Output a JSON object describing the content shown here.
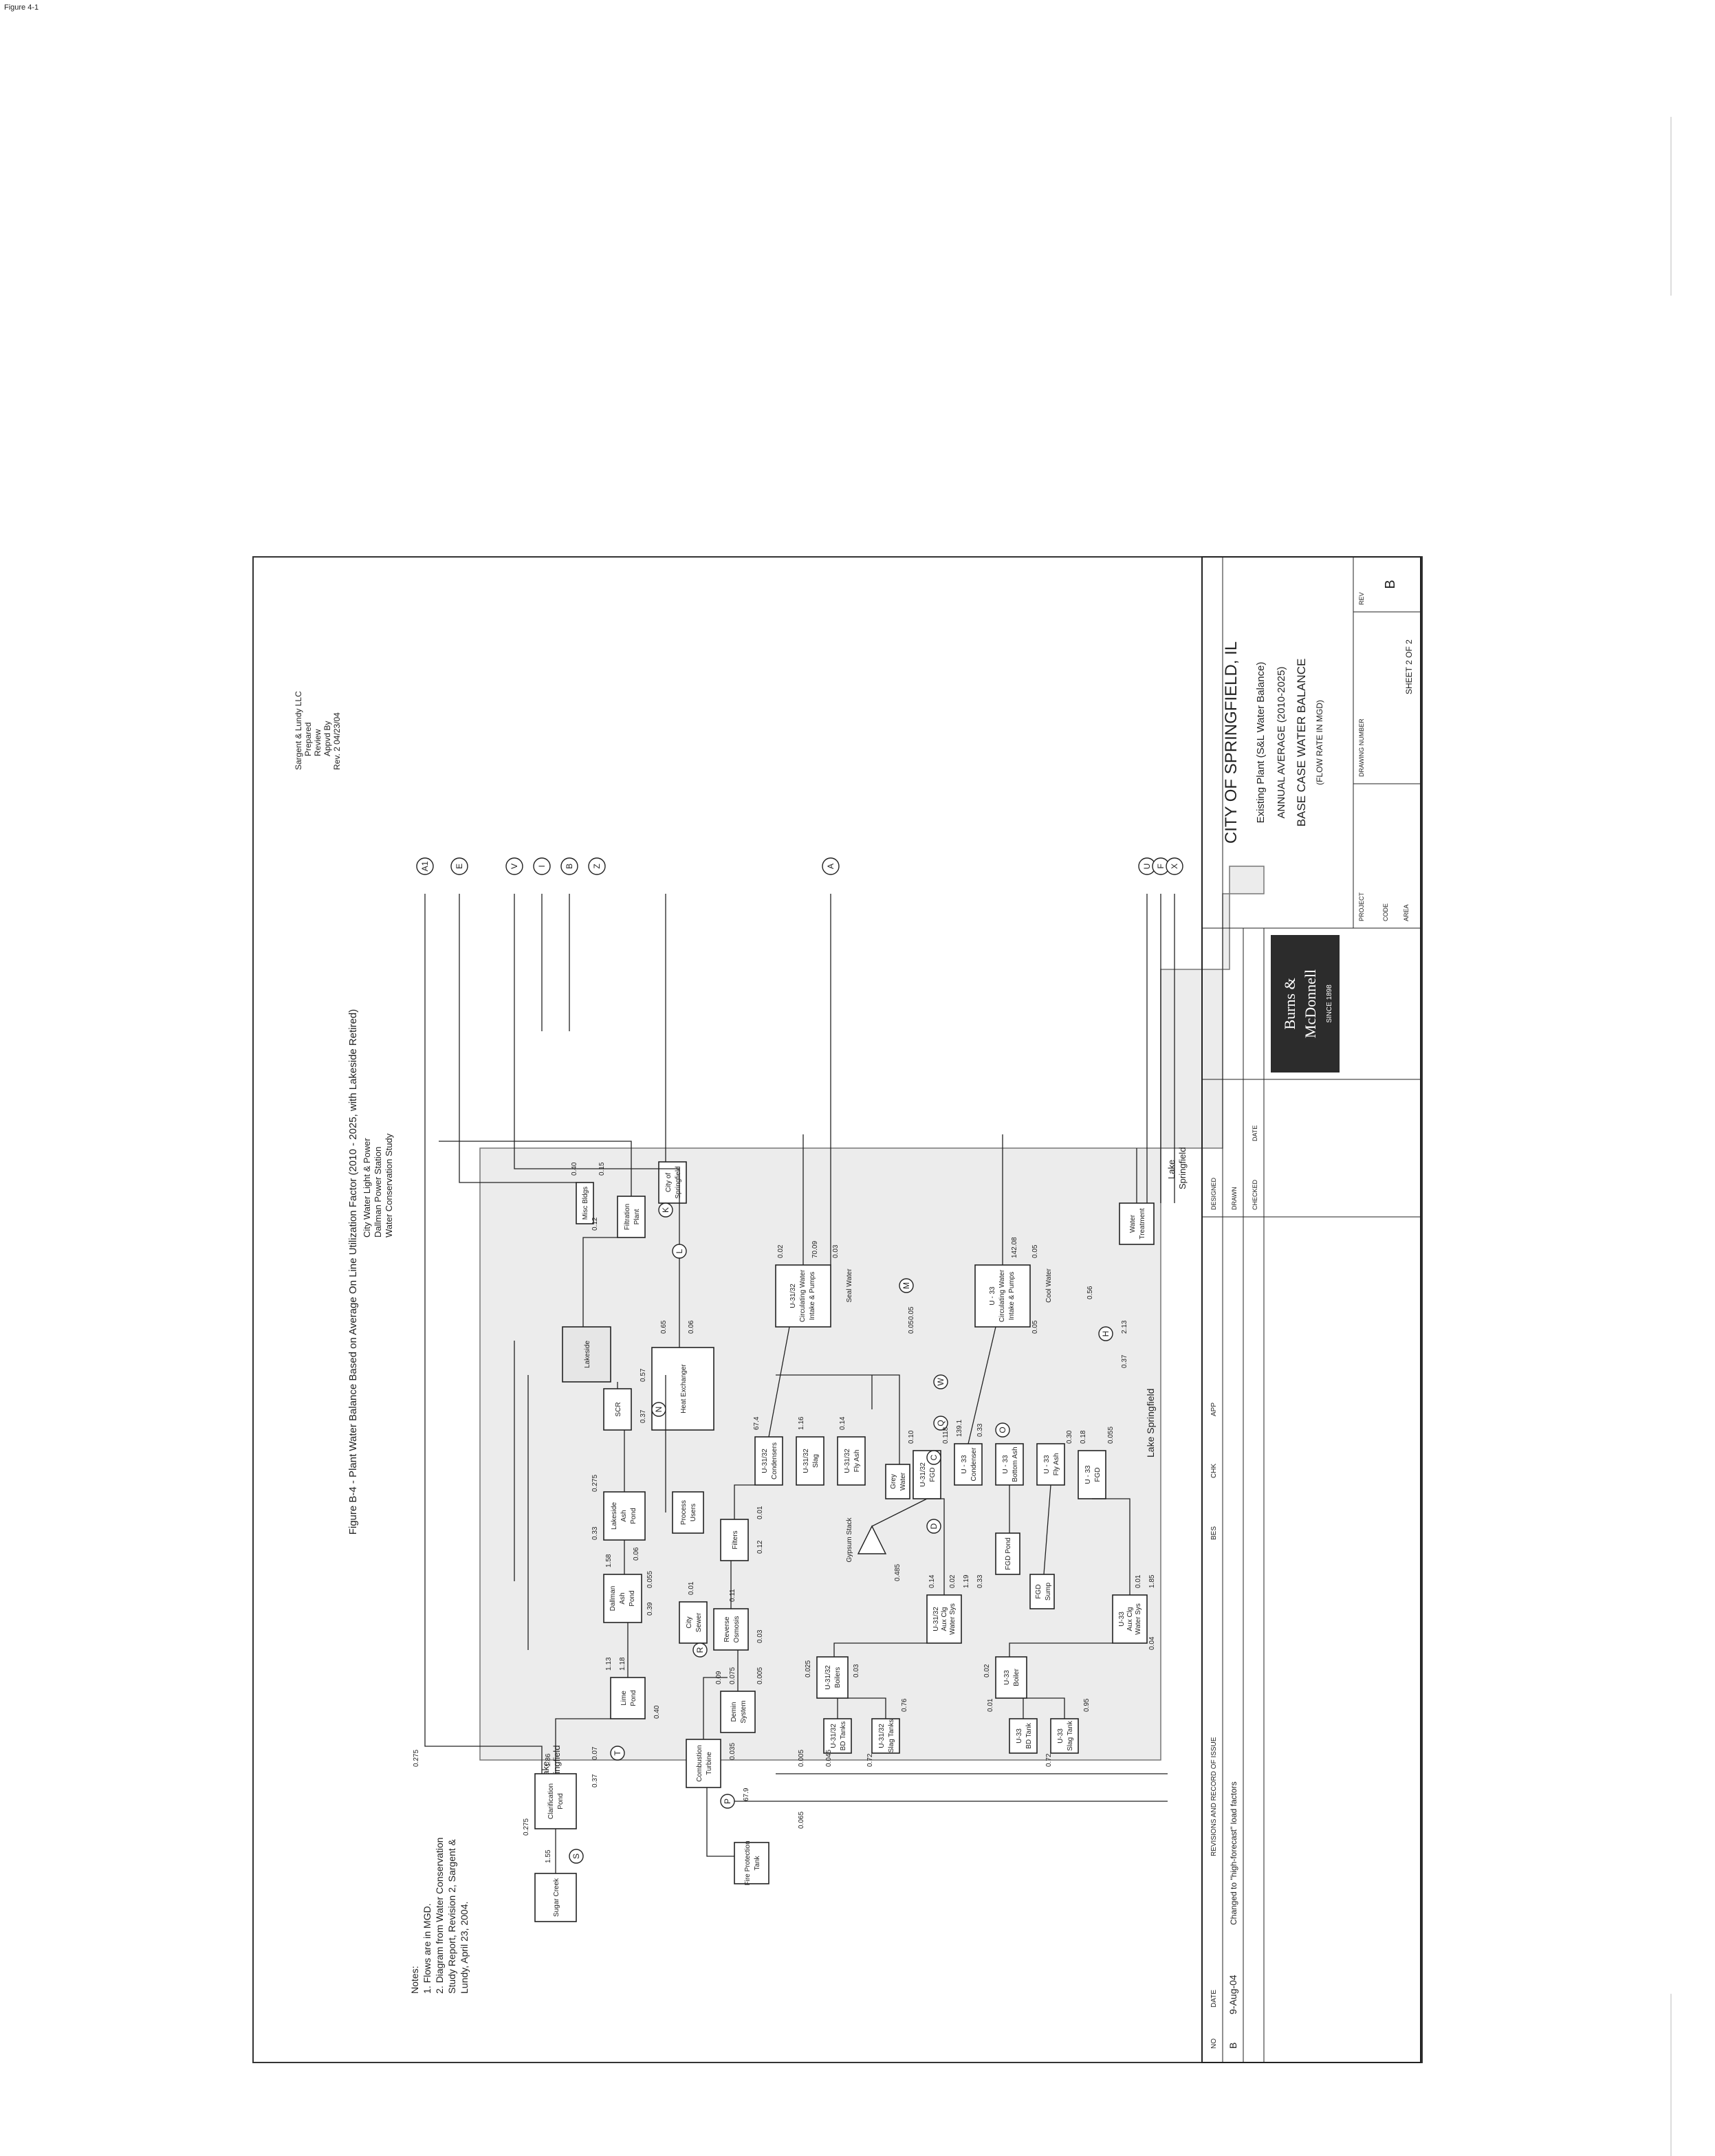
{
  "header_notes": {
    "top_left": "Figure 4-1",
    "author": [
      "Sargent & Lundy LLC",
      "Prepared",
      "Review",
      "Appvd By",
      "Rev. 2 04/23/04"
    ]
  },
  "figure_title": "Figure B-4 - Plant Water Balance Based on Average On Line Utilization Factor (2010 - 2025, with Lakeside Retired)",
  "left_notes": {
    "owner": [
      "City Water Light & Power",
      "Dallman Power Station",
      "Water Conservation Study"
    ],
    "notes": [
      "Notes:",
      "1. Flows are in MGD.",
      "2. Diagram from Water Conservation",
      "Study Report, Revision 2, Sargent &",
      "Lundy, April 23, 2004."
    ]
  },
  "nodes": {
    "sugar_creek": "Sugar Creek",
    "clarification": [
      "Clarification",
      "Pond"
    ],
    "lime_pond": [
      "Lime",
      "Pond"
    ],
    "combustion_turbine": [
      "Combustion",
      "Turbine"
    ],
    "fire_protection": [
      "Fire Protection",
      "Tank"
    ],
    "demin_system": [
      "Demin",
      "System"
    ],
    "dallman_ash": [
      "Dallman",
      "Ash",
      "Pond"
    ],
    "city_sewer": [
      "City",
      "Sewer"
    ],
    "reverse_osmosis": [
      "Reverse",
      "Osmosis"
    ],
    "lakeside_ash": [
      "Lakeside",
      "Ash",
      "Pond"
    ],
    "process_users": [
      "Process",
      "Users"
    ],
    "filters": "Filters",
    "scr": "SCR",
    "lakeside_station": "Lakeside",
    "heat_exchanger": "Heat Exchanger",
    "cooling_u3132": [
      "U-31/32",
      "Circulating Water",
      "Intake & Pumps"
    ],
    "cooling_u33": [
      "U - 33",
      "Circulating Water",
      "Intake & Pumps"
    ],
    "filtration_plant": [
      "Filtration",
      "Plant"
    ],
    "city_springfield": [
      "City of",
      "Springfield"
    ],
    "misc_bldgs": "Misc Bldgs",
    "u3132_condensers": [
      "U-31/32",
      "Condensers"
    ],
    "u3132_slag": [
      "U-31/32",
      "Slag"
    ],
    "u3132_fly_ash": [
      "U-31/32",
      "Fly Ash"
    ],
    "grey_water": [
      "Grey",
      "Water"
    ],
    "u3132_fgd": [
      "U-31/32",
      "FGD"
    ],
    "u33_condenser": [
      "U - 33",
      "Condenser"
    ],
    "u33_bottom_ash": [
      "U - 33",
      "Bottom Ash"
    ],
    "u33_fly_ash": [
      "U - 33",
      "Fly Ash"
    ],
    "u33_fgd": [
      "U - 33",
      "FGD"
    ],
    "gypsum_stack": [
      "Gypsum Stack"
    ],
    "u3132_aux_cooling": [
      "U-31/32",
      "Aux Clg",
      "Water Sys"
    ],
    "u33_aux_cooling": [
      "U-33",
      "Aux Clg",
      "Water Sys"
    ],
    "fgd_pond": "FGD Pond",
    "fgd_sump": [
      "FGD",
      "Sump"
    ],
    "u3132_boilers": [
      "U-31/32",
      "Boilers"
    ],
    "u3132_bd_tanks": [
      "U-31/32",
      "BD Tanks"
    ],
    "u3132_slag_tanks": [
      "U-31/32",
      "Slag Tanks"
    ],
    "u33_boiler": [
      "U-33",
      "Boiler"
    ],
    "u33_bd_tank": [
      "U-33",
      "BD Tank"
    ],
    "u33_slag_tank": [
      "U-33",
      "Slag Tank"
    ],
    "water_treatment": [
      "Water",
      "Treatment"
    ],
    "lake_springfield": "Lake Springfield",
    "lake_springfield_left": [
      "Lake",
      "Springfield"
    ],
    "lake_springfield_right": [
      "Lake",
      "Springfield"
    ],
    "seal_water": "Seal Water",
    "cool_water": "Cool Water"
  },
  "connectors": [
    "A1",
    "E",
    "V",
    "I",
    "B",
    "Z",
    "A",
    "U",
    "F",
    "X",
    "S",
    "P",
    "R",
    "T",
    "K",
    "L",
    "N",
    "M",
    "W",
    "C",
    "D",
    "Q",
    "O",
    "H"
  ],
  "flows": {
    "sugar_in": "1.55",
    "sugar_sub": "0.275",
    "clar_out": "1.86",
    "clar_a": "0.275",
    "clar_b": "0.07",
    "clar_c": "0.37",
    "lime_a": "1.13",
    "lime_b": "0.40",
    "lime_c": "1.18",
    "dallman_a": "1.58",
    "dallman_b": "0.39",
    "dallman_c": "0.055",
    "lakeside_a": "0.33",
    "lakeside_b": "0.275",
    "lakeside_c": "0.06",
    "ct_a": "67.9",
    "demin_a": "0.09",
    "demin_b": "0.075",
    "demin_c": "0.005",
    "ro_a": "0.11",
    "ro_b": "0.03",
    "sewer_a": "0.01",
    "filters_a": "0.12",
    "filters_b": "0.01",
    "scr_a": "0.37",
    "scr_b": "0.57",
    "hx_a": "0.65",
    "hx_b": "0.06",
    "cond_a": "67.4",
    "cond_b": "1.16",
    "cond_c": "0.14",
    "fgd_a": "0.10",
    "fgd_b": "0.05",
    "fgd_c": "0.118",
    "u33_cond_a": "139.1",
    "u33_cond_b": "0.33",
    "u33_fgd_a": "0.30",
    "u33_fgd_b": "0.18",
    "u33_fgd_c": "0.055",
    "cw_a": "0.02",
    "cw_b": "70.09",
    "cw_c": "0.03",
    "cw33_a": "142.08",
    "cw33_b": "0.05",
    "cw33_c": "0.05",
    "filt_a": "0.12",
    "filt_b": "0.40",
    "filt_c": "0.15",
    "aux_a": "0.14",
    "aux_b": "0.02",
    "aux_c": "1.19",
    "aux_d": "0.485",
    "aux33_a": "0.33",
    "aux33_b": "0.01",
    "aux33_c": "1.85",
    "aux33_d": "0.04",
    "boil_a": "0.025",
    "boil_b": "0.03",
    "boil_c": "0.72",
    "boil_d": "0.76",
    "boil33_a": "0.02",
    "boil33_b": "0.01",
    "boil33_c": "0.72",
    "boil33_d": "0.95",
    "misc_a": "0.045",
    "misc_b": "0.005",
    "misc_c": "0.065",
    "misc_d": "0.035",
    "mid_a": "0.05",
    "mid_b": "0.56",
    "mid_c": "2.13",
    "mid_d": "0.37"
  },
  "title_block": {
    "logo_lines": [
      "Burns &",
      "McDonnell",
      "SINCE 1898"
    ],
    "client": "CITY OF SPRINGFIELD, IL",
    "line1": "Existing Plant (S&L Water Balance)",
    "line2": "ANNUAL AVERAGE (2010-2025)",
    "line3": "BASE CASE WATER BALANCE",
    "line4": "(FLOW RATE IN MGD)",
    "rev_no": "B",
    "rev_date": "9-Aug-04",
    "rev_desc": "Changed to \"high-forecast\" load factors",
    "rev_headers": [
      "NO",
      "DATE",
      "REVISIONS AND RECORD OF ISSUE",
      "BES",
      "CHK",
      "APP"
    ],
    "sign_labels": [
      "DESIGNED",
      "DRAWN",
      "CHECKED",
      "DATE"
    ],
    "project_label": "PROJECT",
    "drawing_label": "DRAWING NUMBER",
    "rev_label": "REV",
    "rev_value": "B",
    "sheet": "SHEET 2 OF 2",
    "small_labels": [
      "CODE",
      "AREA"
    ]
  }
}
